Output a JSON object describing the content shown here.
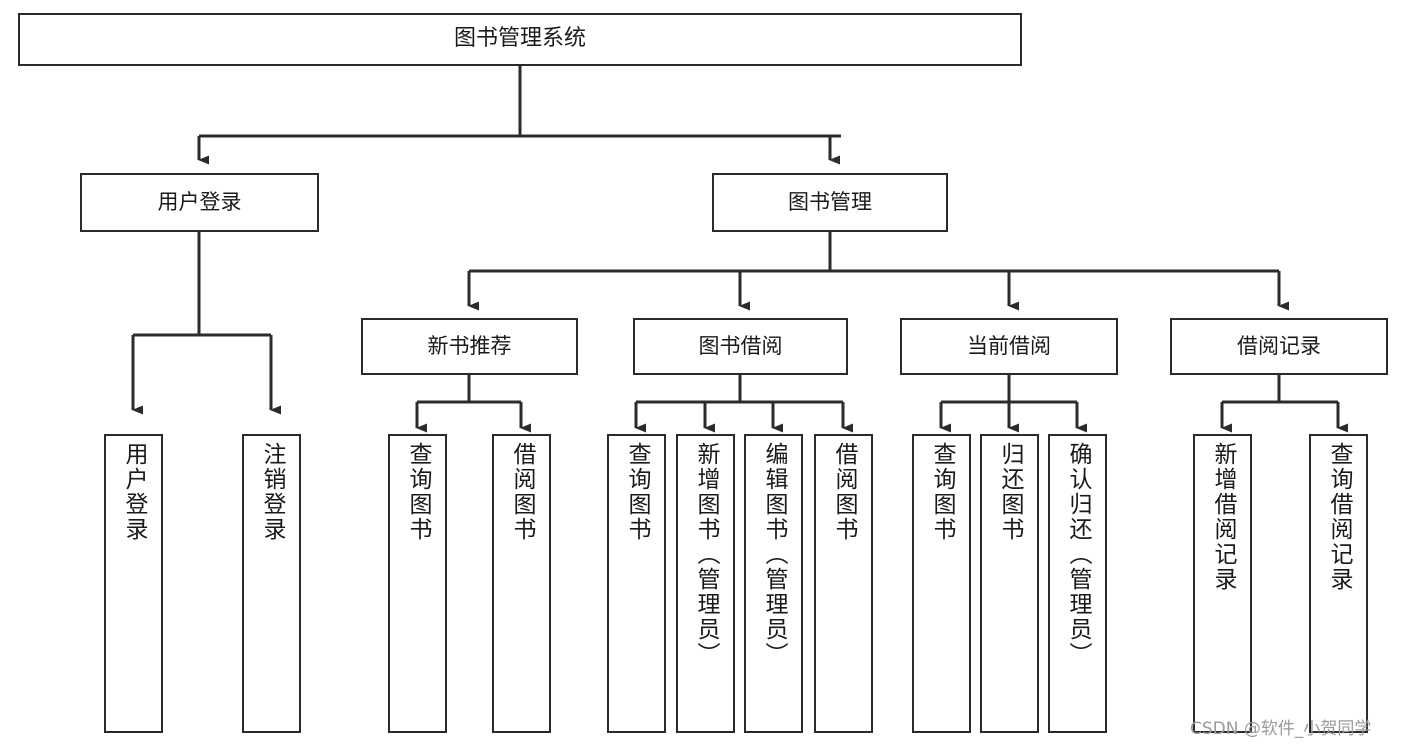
{
  "diagram": {
    "title": "图书管理系统",
    "type": "tree",
    "root": {
      "id": "root",
      "label": "图书管理系统"
    },
    "level2": [
      {
        "id": "user-login",
        "label": "用户登录"
      },
      {
        "id": "book-manage",
        "label": "图书管理"
      }
    ],
    "level3": [
      {
        "id": "new-book-rec",
        "label": "新书推荐",
        "parent": "book-manage"
      },
      {
        "id": "book-borrow",
        "label": "图书借阅",
        "parent": "book-manage"
      },
      {
        "id": "current-borrow",
        "label": "当前借阅",
        "parent": "book-manage"
      },
      {
        "id": "borrow-record",
        "label": "借阅记录",
        "parent": "book-manage"
      }
    ],
    "leaves": [
      {
        "id": "leaf-user-login",
        "label": "用户登录",
        "parent": "user-login"
      },
      {
        "id": "leaf-logout-login",
        "label": "注销登录",
        "parent": "user-login"
      },
      {
        "id": "leaf-query-book-1",
        "label": "查询图书",
        "parent": "new-book-rec"
      },
      {
        "id": "leaf-borrow-book-1",
        "label": "借阅图书",
        "parent": "new-book-rec"
      },
      {
        "id": "leaf-query-book-2",
        "label": "查询图书",
        "parent": "book-borrow"
      },
      {
        "id": "leaf-add-book",
        "label": "新增图书（管理员）",
        "parent": "book-borrow"
      },
      {
        "id": "leaf-edit-book",
        "label": "编辑图书（管理员）",
        "parent": "book-borrow"
      },
      {
        "id": "leaf-borrow-book-2",
        "label": "借阅图书",
        "parent": "book-borrow"
      },
      {
        "id": "leaf-query-book-3",
        "label": "查询图书",
        "parent": "current-borrow"
      },
      {
        "id": "leaf-return-book",
        "label": "归还图书",
        "parent": "current-borrow"
      },
      {
        "id": "leaf-confirm-return",
        "label": "确认归还（管理员）",
        "parent": "current-borrow"
      },
      {
        "id": "leaf-add-record",
        "label": "新增借阅记录",
        "parent": "borrow-record"
      },
      {
        "id": "leaf-query-record",
        "label": "查询借阅记录",
        "parent": "borrow-record"
      }
    ],
    "colors": {
      "stroke": "#2b2b2b",
      "fill": "#ffffff",
      "text": "#1a1a1a",
      "watermark": "#9a9a9a"
    }
  },
  "watermark": {
    "text": "CSDN @软件_小贺同学"
  }
}
